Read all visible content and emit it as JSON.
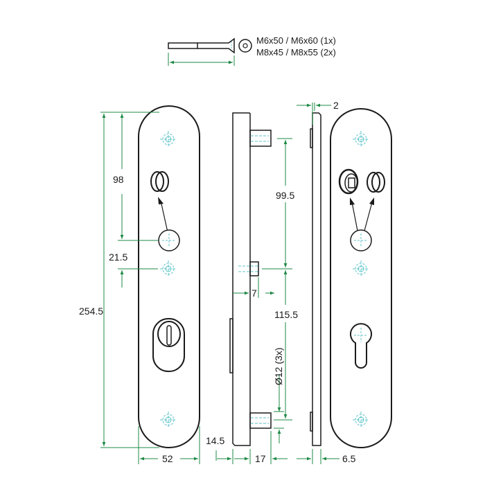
{
  "colors": {
    "outline": "#1a1a1a",
    "dimension": "#1e8a45",
    "center_mark": "#5cc3c8"
  },
  "screws": {
    "line1": "M6x50 / M6x60 (1x)",
    "line2": "M8x45 / M8x55 (2x)"
  },
  "front_view": {
    "dim_98": "98",
    "dim_21_5": "21.5",
    "dim_254_5": "254.5",
    "dim_52": "52"
  },
  "side_view": {
    "dim_99_5": "99.5",
    "dim_7": "7",
    "dim_115_5": "115.5",
    "dim_diameter": "Ø12 (3x)",
    "dim_14_5": "14.5",
    "dim_17": "17",
    "dim_2": "2",
    "dim_6_5": "6.5"
  }
}
